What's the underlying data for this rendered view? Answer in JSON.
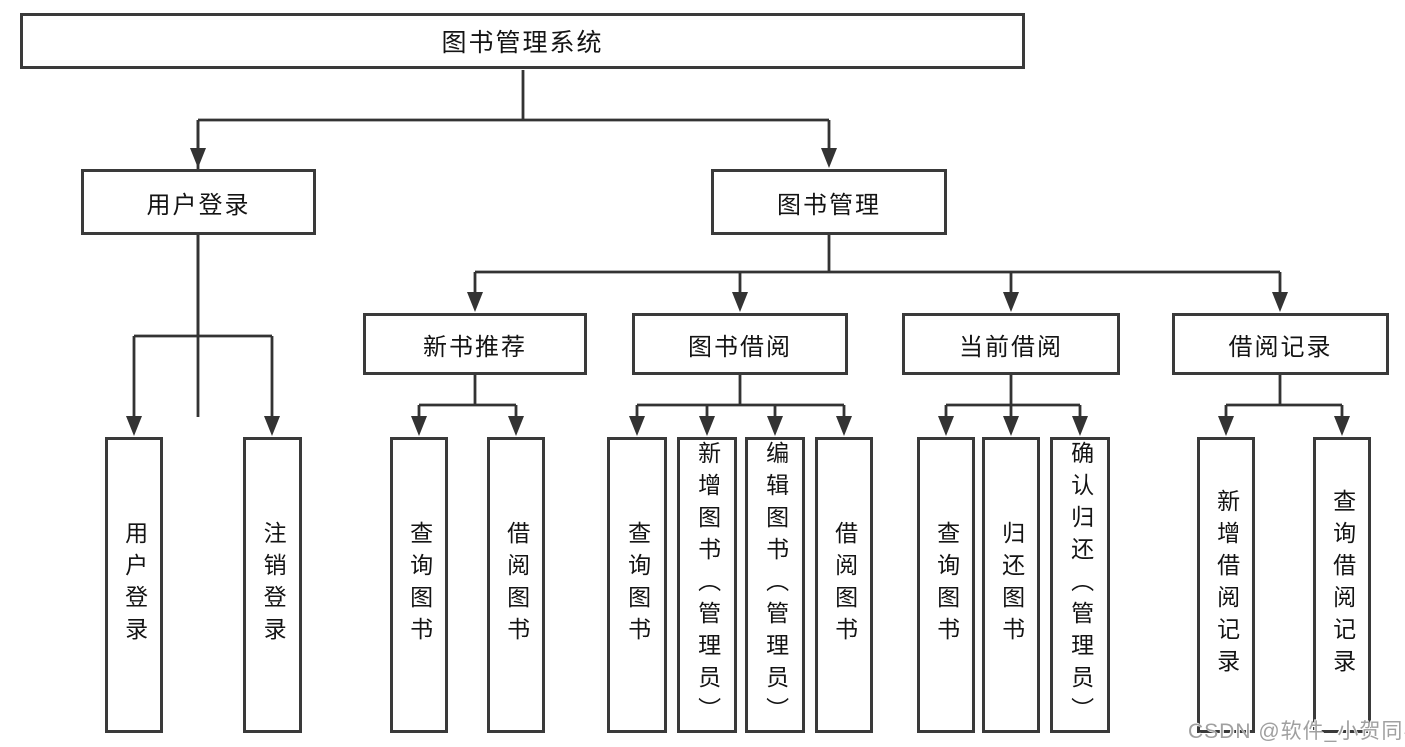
{
  "tree": {
    "root": {
      "label": "图书管理系统"
    },
    "branches": [
      {
        "label": "用户登录",
        "children": [
          {
            "label": "用户登录"
          },
          {
            "label": "注销登录"
          }
        ]
      },
      {
        "label": "图书管理",
        "children": [
          {
            "label": "新书推荐",
            "children": [
              {
                "label": "查询图书"
              },
              {
                "label": "借阅图书"
              }
            ]
          },
          {
            "label": "图书借阅",
            "children": [
              {
                "label": "查询图书"
              },
              {
                "label": "新增图书（管理员）"
              },
              {
                "label": "编辑图书（管理员）"
              },
              {
                "label": "借阅图书"
              }
            ]
          },
          {
            "label": "当前借阅",
            "children": [
              {
                "label": "查询图书"
              },
              {
                "label": "归还图书"
              },
              {
                "label": "确认归还（管理员）"
              }
            ]
          },
          {
            "label": "借阅记录",
            "children": [
              {
                "label": "新增借阅记录"
              },
              {
                "label": "查询借阅记录"
              }
            ]
          }
        ]
      }
    ]
  },
  "colors": {
    "line": "#333333",
    "border": "#3a3a3a",
    "text": "#141414",
    "watermark": "#a0a0a0"
  },
  "watermark": "CSDN @软件_小贺同学"
}
